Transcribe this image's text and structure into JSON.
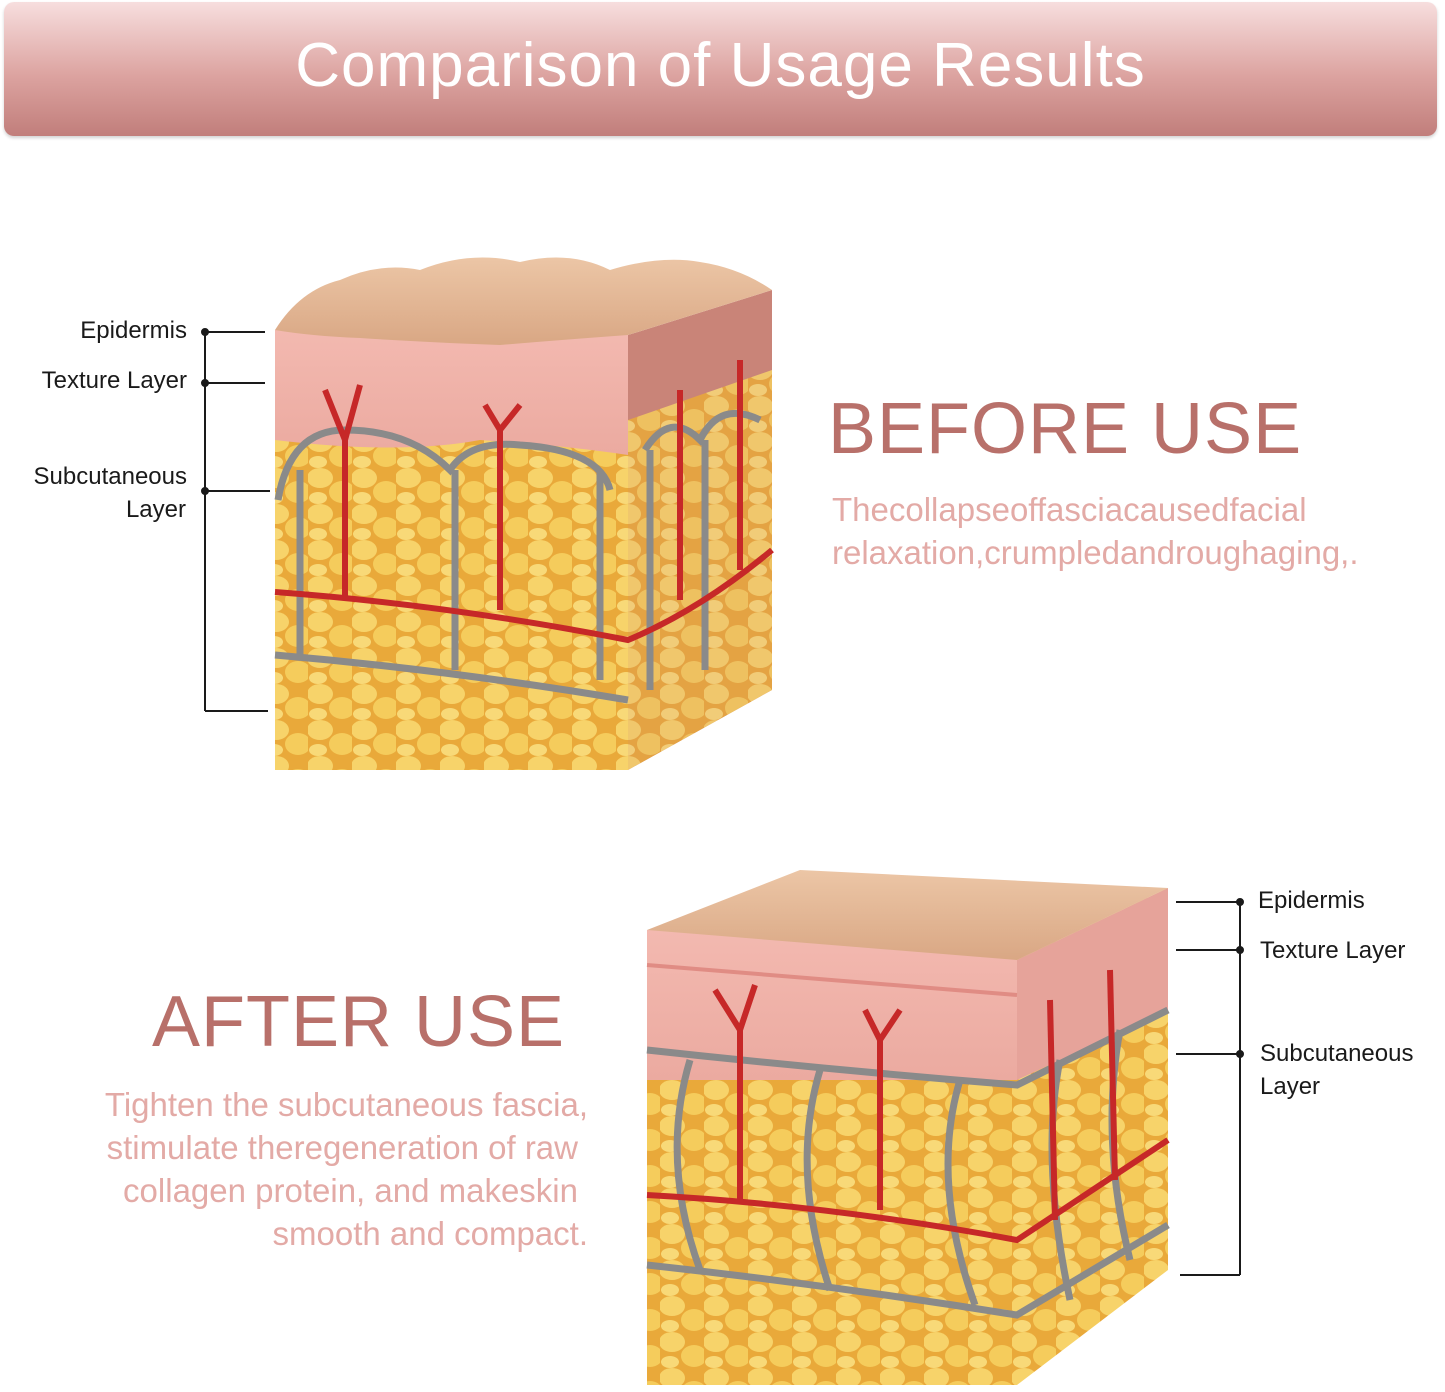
{
  "header": {
    "title": "Comparison of Usage Results"
  },
  "before": {
    "heading": "BEFORE USE",
    "description_lines": [
      "Thecollapseoffasciacausedfacial",
      "relaxation,crumpledandroughaging,."
    ],
    "labels": {
      "epidermis": "Epidermis",
      "texture": "Texture Layer",
      "subcutaneous_1": "Subcutaneous",
      "subcutaneous_2": "Layer"
    }
  },
  "after": {
    "heading": "AFTER USE",
    "description_lines": [
      "Tighten the subcutaneous fascia,",
      "stimulate theregeneration of raw",
      "collagen protein, and makeskin",
      "smooth and compact."
    ],
    "labels": {
      "epidermis": "Epidermis",
      "texture": "Texture Layer",
      "subcutaneous_1": "Subcutaneous",
      "subcutaneous_2": "Layer"
    }
  },
  "colors": {
    "heading": "#b8706a",
    "description": "#e3aaa6",
    "banner": "#d29894",
    "fat": "#f0c04a",
    "vessel": "#c62828",
    "fascia": "#8a8a8a"
  }
}
